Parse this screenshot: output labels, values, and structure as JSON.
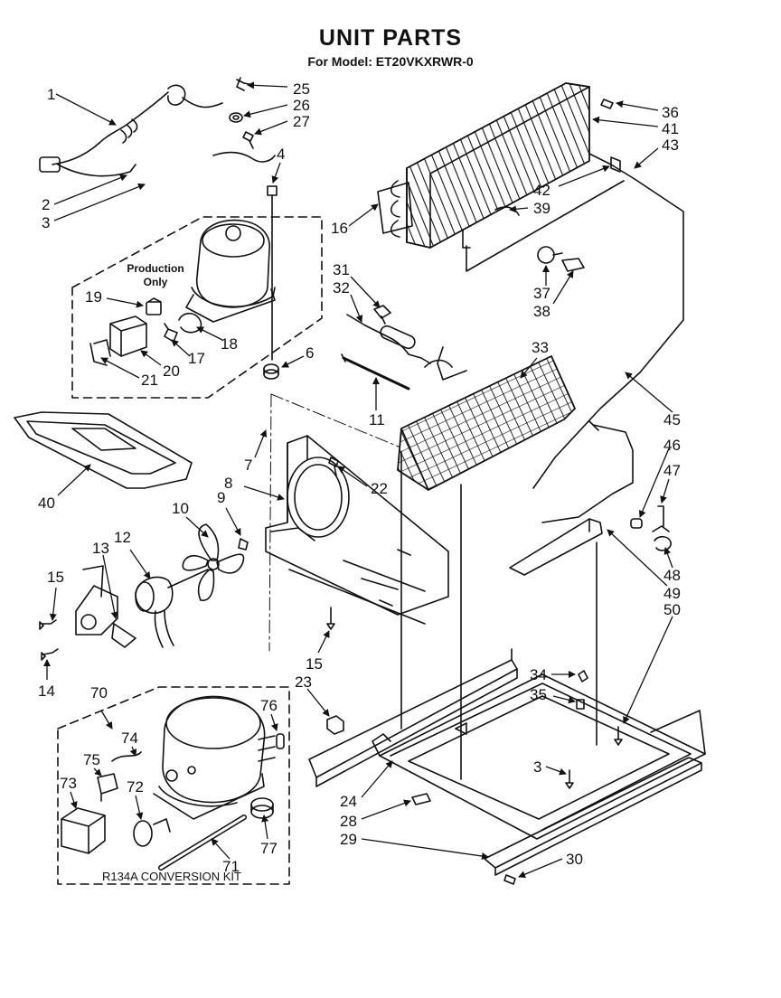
{
  "header": {
    "title": "UNIT PARTS",
    "model_line": "For Model: ET20VKXRWR-0"
  },
  "notes": {
    "production_1": "Production",
    "production_2": "Only",
    "kit": "R134A  CONVERSION  KIT"
  },
  "callouts": {
    "c1": "1",
    "c2": "2",
    "c3a": "3",
    "c3b": "3",
    "c4": "4",
    "c6": "6",
    "c7": "7",
    "c8": "8",
    "c9": "9",
    "c10": "10",
    "c11": "11",
    "c12": "12",
    "c13": "13",
    "c14": "14",
    "c15a": "15",
    "c15b": "15",
    "c16": "16",
    "c17": "17",
    "c18": "18",
    "c19": "19",
    "c20": "20",
    "c21": "21",
    "c22": "22",
    "c23": "23",
    "c24": "24",
    "c25": "25",
    "c26": "26",
    "c27": "27",
    "c28": "28",
    "c29": "29",
    "c30": "30",
    "c31": "31",
    "c32": "32",
    "c33": "33",
    "c34": "34",
    "c35": "35",
    "c36": "36",
    "c37": "37",
    "c38": "38",
    "c39": "39",
    "c40": "40",
    "c41": "41",
    "c42": "42",
    "c43": "43",
    "c45": "45",
    "c46": "46",
    "c47": "47",
    "c48": "48",
    "c49": "49",
    "c50": "50",
    "c70": "70",
    "c71": "71",
    "c72": "72",
    "c73": "73",
    "c74": "74",
    "c75": "75",
    "c76": "76",
    "c77": "77"
  }
}
